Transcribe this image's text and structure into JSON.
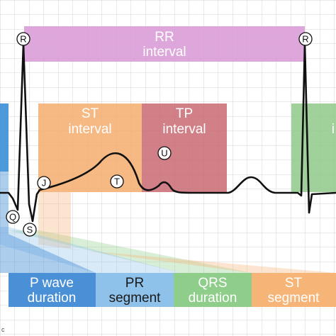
{
  "boxes": {
    "rr": {
      "line1": "RR",
      "line2": "interval",
      "color": "#d99bd6"
    },
    "st_interval": {
      "line1": "ST",
      "line2": "interval",
      "color": "#f5ad6e"
    },
    "tp_interval": {
      "line1": "TP",
      "line2": "interval",
      "color": "#c96a72"
    },
    "right_partial": {
      "line1": "i",
      "color": "#8fc98a"
    },
    "left_partial": {
      "color": "#3a8fd6"
    }
  },
  "points": {
    "r_left": "R",
    "r_right": "R",
    "q": "Q",
    "s": "S",
    "j": "J",
    "t": "T",
    "u": "U"
  },
  "bottom_labels": {
    "p_wave": {
      "line1": "P wave",
      "line2": "duration",
      "color": "#4a90d6"
    },
    "pr": {
      "line1": "PR",
      "line2": "segment",
      "color": "#8fc2ea"
    },
    "qrs": {
      "line1": "QRS",
      "line2": "duration",
      "color": "#8fce8a"
    },
    "st": {
      "line1": "ST",
      "line2": "segment",
      "color": "#f6b577"
    }
  },
  "footer": {
    "text": "c"
  }
}
